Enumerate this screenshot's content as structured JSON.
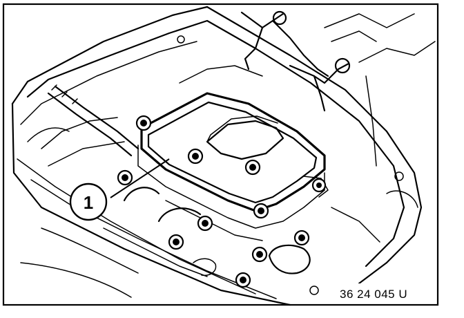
{
  "diagram": {
    "callouts": [
      {
        "id": "1",
        "label": "1"
      }
    ],
    "reference_code": "36 24 045 U"
  }
}
